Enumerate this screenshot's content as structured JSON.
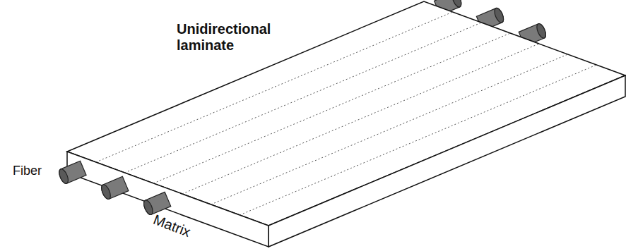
{
  "diagram": {
    "labels": [
      "Unidirectional laminate",
      "Fiber",
      "Matrix"
    ]
  }
}
